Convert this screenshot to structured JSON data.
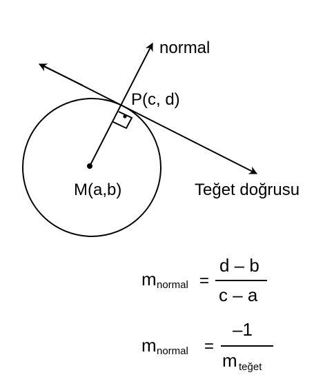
{
  "diagram": {
    "label_normal": "normal",
    "label_point": "P(c, d)",
    "label_center": "M(a,b)",
    "label_tangent": "Teğet doğrusu"
  },
  "formulas": {
    "f1": {
      "lhs_symbol": "m",
      "lhs_sub": "normal",
      "equals": "=",
      "numerator": "d – b",
      "denominator": "c – a"
    },
    "f2": {
      "lhs_symbol": "m",
      "lhs_sub": "normal",
      "equals": "=",
      "numerator": "–1",
      "denominator_symbol": "m",
      "denominator_sub": "teğet"
    }
  }
}
